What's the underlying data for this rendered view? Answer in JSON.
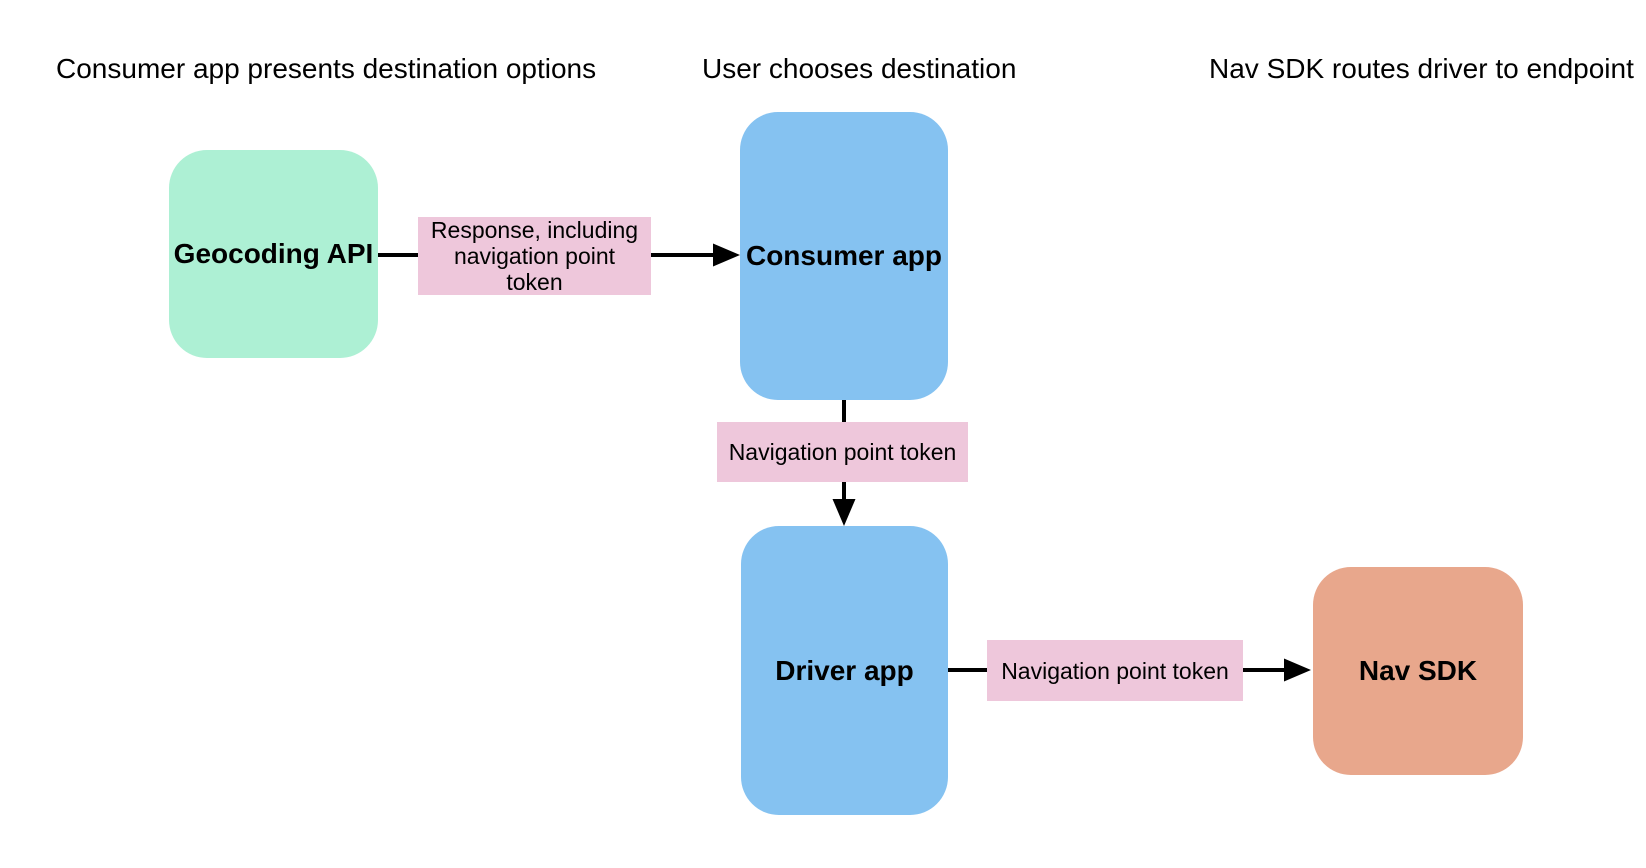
{
  "canvas": {
    "background": "#ffffff"
  },
  "colors": {
    "connector": "#000000",
    "edge_label_bg": "#eec7db",
    "node_green": "#adf0d4",
    "node_blue": "#85c2f1",
    "node_orange": "#e8a78c",
    "text": "#000000"
  },
  "lane_titles": [
    {
      "text": "Consumer app presents destination options"
    },
    {
      "text": "User chooses destination"
    },
    {
      "text": "Nav SDK routes driver to endpoint"
    }
  ],
  "nodes": [
    {
      "id": "geocoding-api",
      "label": "Geocoding API",
      "color": "#adf0d4"
    },
    {
      "id": "consumer-app",
      "label": "Consumer app",
      "color": "#85c2f1"
    },
    {
      "id": "driver-app",
      "label": "Driver app",
      "color": "#85c2f1"
    },
    {
      "id": "nav-sdk",
      "label": "Nav SDK",
      "color": "#e8a78c"
    }
  ],
  "edges": [
    {
      "from": "geocoding-api",
      "to": "consumer-app",
      "label": "Response, including navigation point token"
    },
    {
      "from": "consumer-app",
      "to": "driver-app",
      "label": "Navigation point token"
    },
    {
      "from": "driver-app",
      "to": "nav-sdk",
      "label": "Navigation point token"
    }
  ]
}
